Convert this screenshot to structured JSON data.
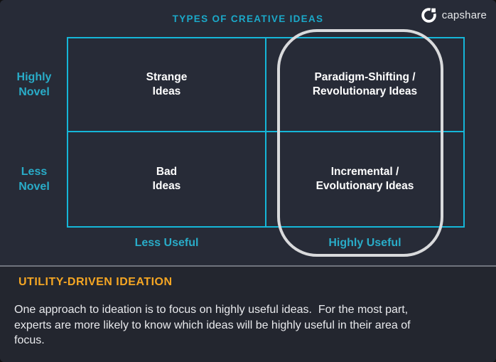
{
  "header": {
    "title": "TYPES OF CREATIVE IDEAS",
    "logo": {
      "text": "capshare"
    }
  },
  "matrix": {
    "row_labels": [
      {
        "line1": "Highly",
        "line2": "Novel"
      },
      {
        "line1": "Less",
        "line2": "Novel"
      }
    ],
    "col_labels": [
      "Less Useful",
      "Highly Useful"
    ],
    "cells": [
      {
        "line1": "Strange",
        "line2": "Ideas"
      },
      {
        "line1": "Paradigm-Shifting /",
        "line2": "Revolutionary Ideas"
      },
      {
        "line1": "Bad",
        "line2": "Ideas"
      },
      {
        "line1": "Incremental /",
        "line2": "Evolutionary Ideas"
      }
    ],
    "highlight": "right-column (Highly Useful) outlined with rounded rectangle"
  },
  "footer": {
    "heading": "UTILITY-DRIVEN IDEATION",
    "body_lines": [
      "One approach to ideation is to focus on highly useful ideas.  For the most part,",
      "experts are more likely to know which ideas will be highly useful in their area of",
      "focus."
    ]
  },
  "colors": {
    "background": "#272B37",
    "footer_background": "#23262F",
    "grid_cyan": "#15B6D8",
    "label_cyan": "#29ACC8",
    "title_cyan": "#1BA9C9",
    "cell_text": "#FFFFFF",
    "body_text": "#E9EAED",
    "heading_orange": "#F5A623",
    "highlight_stroke": "#D9DADC",
    "divider_gray": "#70747E",
    "logo_white": "#E6E8EA"
  }
}
